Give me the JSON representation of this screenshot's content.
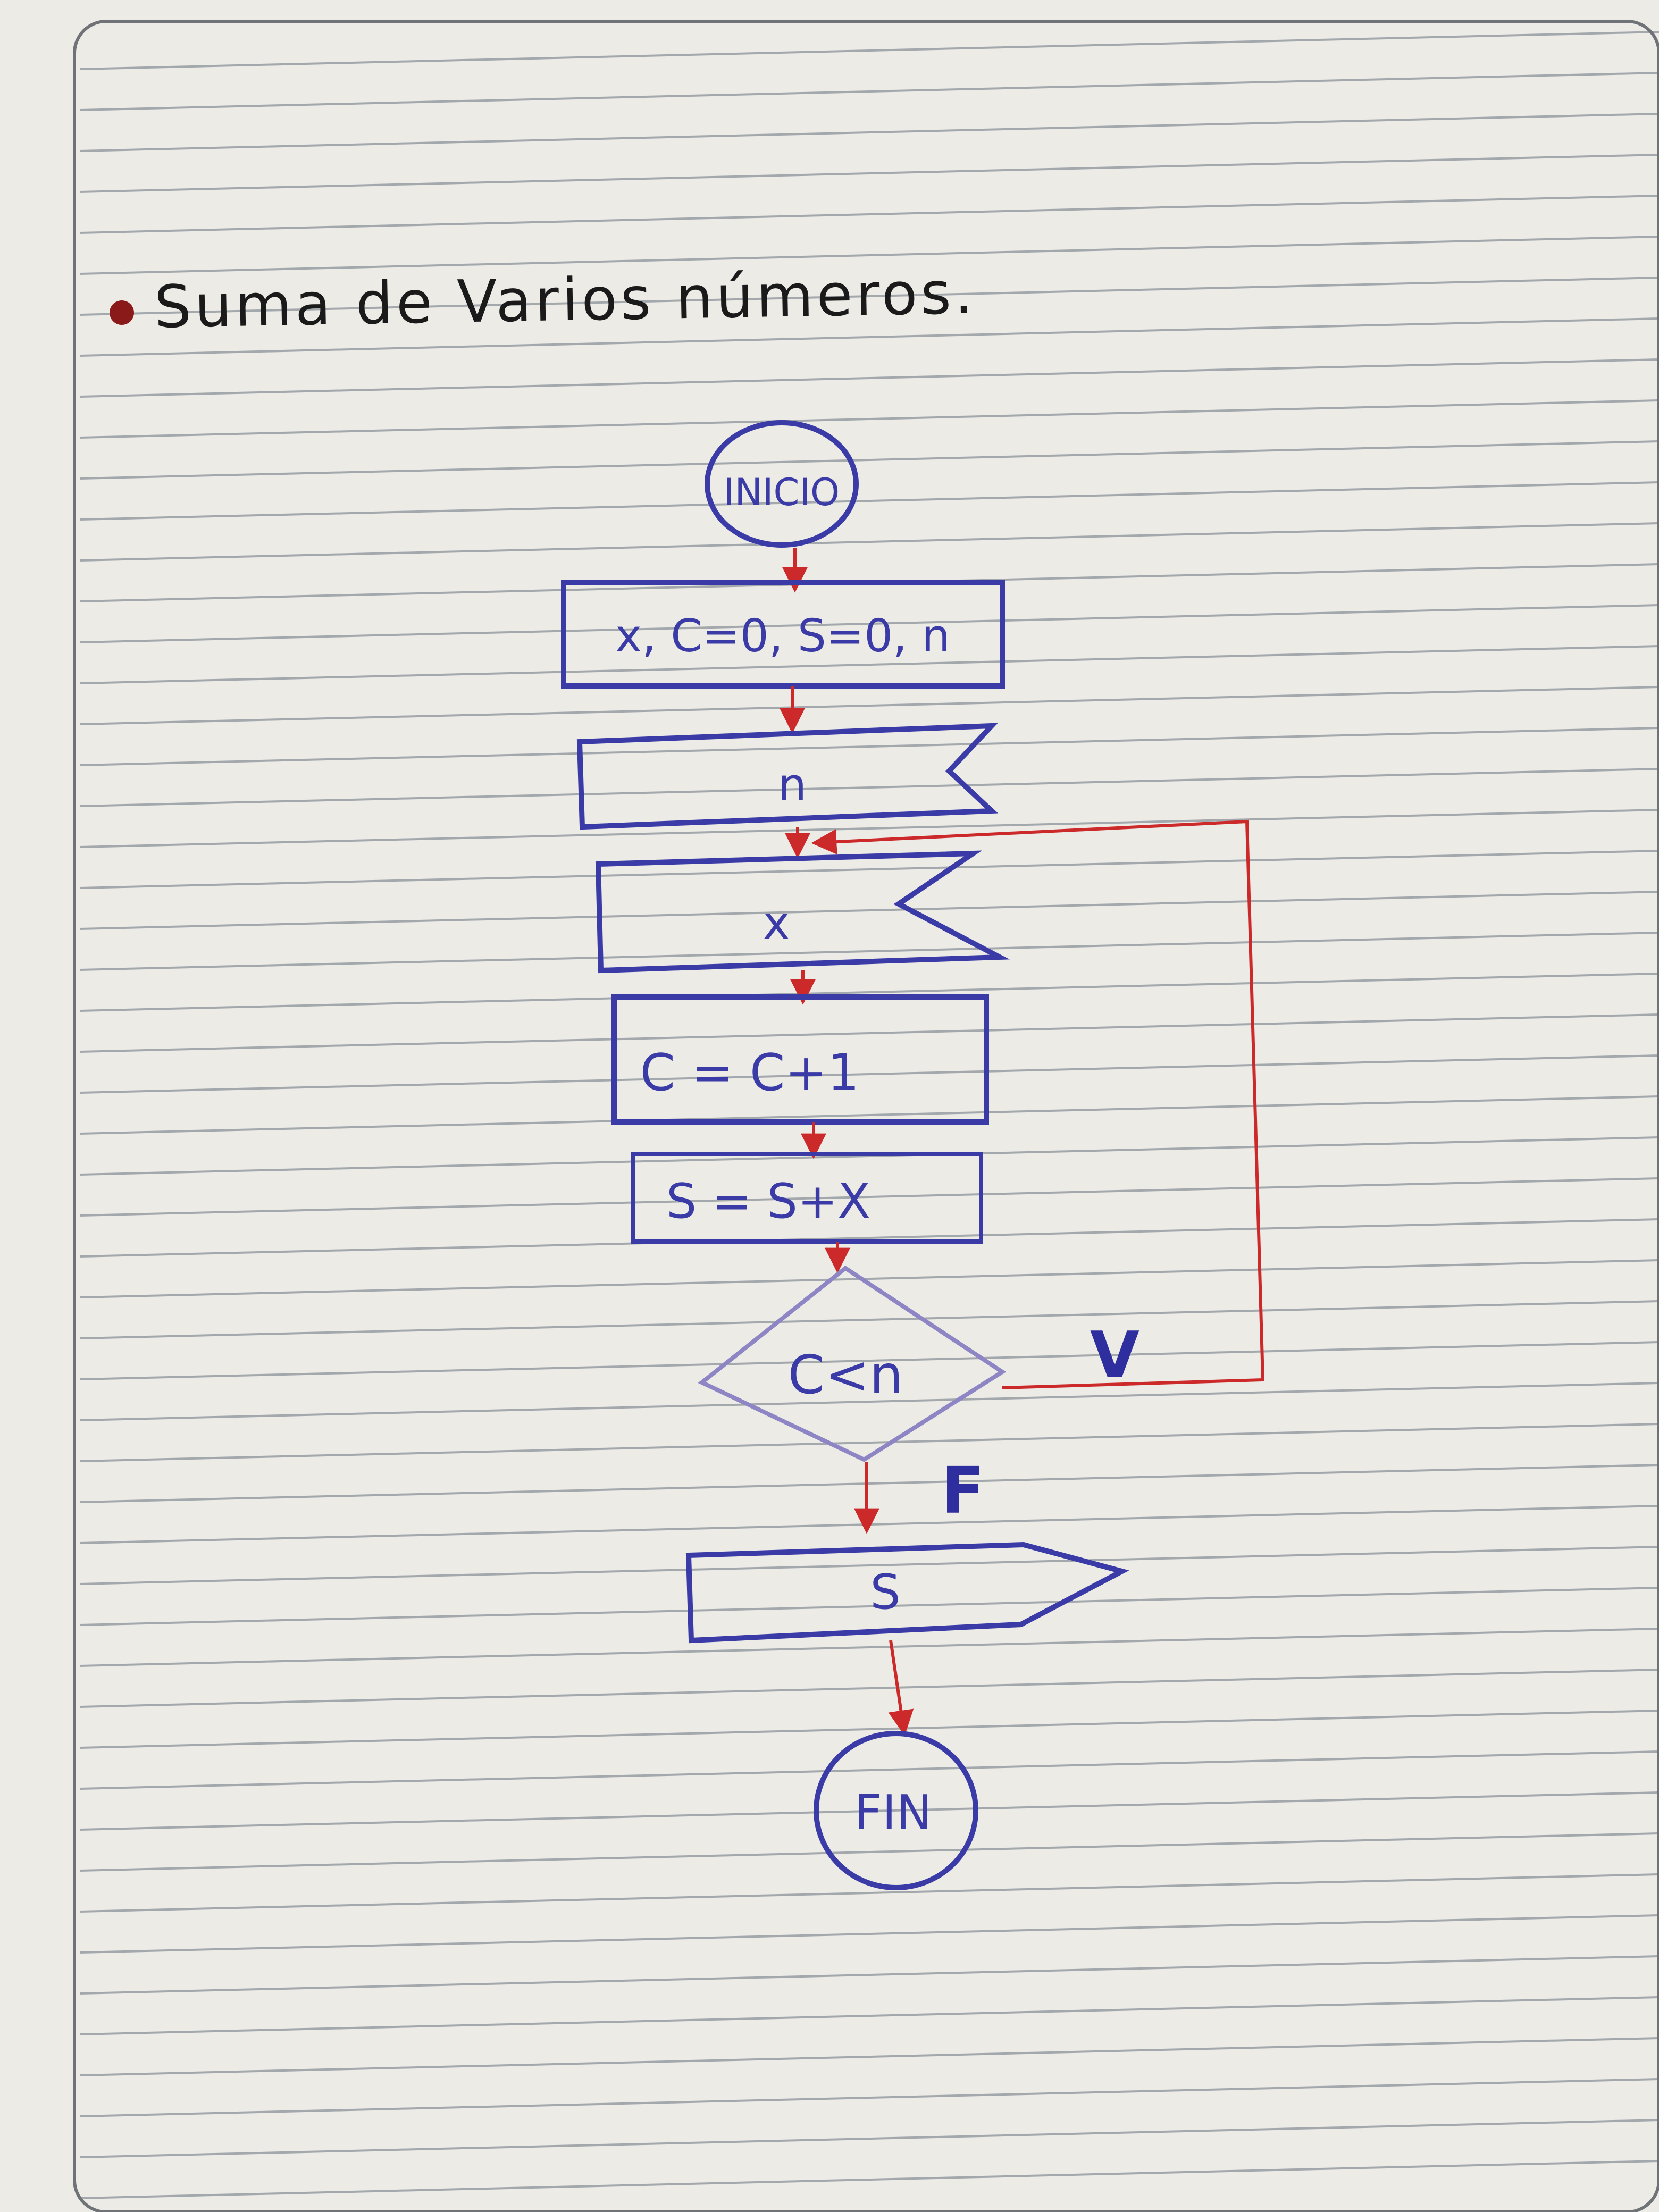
{
  "title": "Suma de Varios números.",
  "colors": {
    "ink_blue": "#3b3ba8",
    "ink_red": "#cc2a2a",
    "ruled_line": "#9aa0a6",
    "paper": "#ecebe6"
  },
  "flowchart": {
    "start": "INICIO",
    "init": "x, C=0, S=0, n",
    "input_n": "n",
    "input_x": "x",
    "increment": "C = C+1",
    "accumulate": "S = S+X",
    "decision": "C<n",
    "true_label": "V",
    "false_label": "F",
    "output": "S",
    "end": "FIN"
  }
}
